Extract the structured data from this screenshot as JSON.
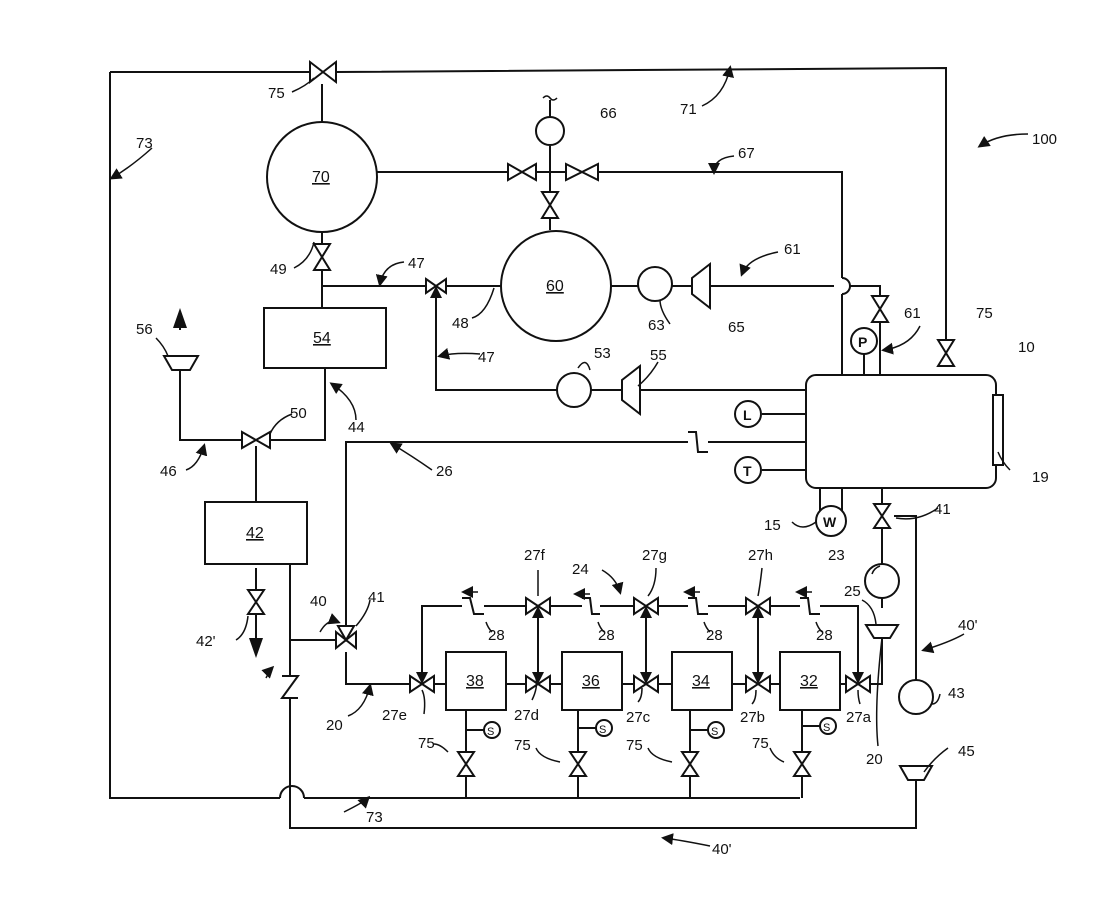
{
  "figure": {
    "system_ref": "100",
    "components": {
      "c10": "10",
      "c19": "19",
      "c15": "15",
      "c70": "70",
      "c60": "60",
      "c54": "54",
      "c42": "42",
      "c38": "38",
      "c36": "36",
      "c34": "34",
      "c32": "32",
      "c66": "66",
      "c63": "63",
      "c65": "65",
      "c53": "53",
      "c55": "55",
      "c56": "56",
      "c43": "43",
      "c45": "45",
      "c23": "23",
      "c25": "25"
    },
    "instruments": {
      "pressure": "P",
      "level": "L",
      "temperature": "T",
      "weight": "W",
      "sensor": "S"
    },
    "refs": {
      "r75": "75",
      "r73": "73",
      "r71": "71",
      "r67": "67",
      "r61": "61",
      "r49": "49",
      "r47": "47",
      "r48": "48",
      "r44": "44",
      "r50": "50",
      "r46": "46",
      "r26": "26",
      "r41": "41",
      "r40": "40",
      "r40p": "40'",
      "r42p": "42'",
      "r20": "20",
      "r24": "24",
      "r28": "28",
      "r27a": "27a",
      "r27b": "27b",
      "r27c": "27c",
      "r27d": "27d",
      "r27e": "27e",
      "r27f": "27f",
      "r27g": "27g",
      "r27h": "27h"
    }
  }
}
